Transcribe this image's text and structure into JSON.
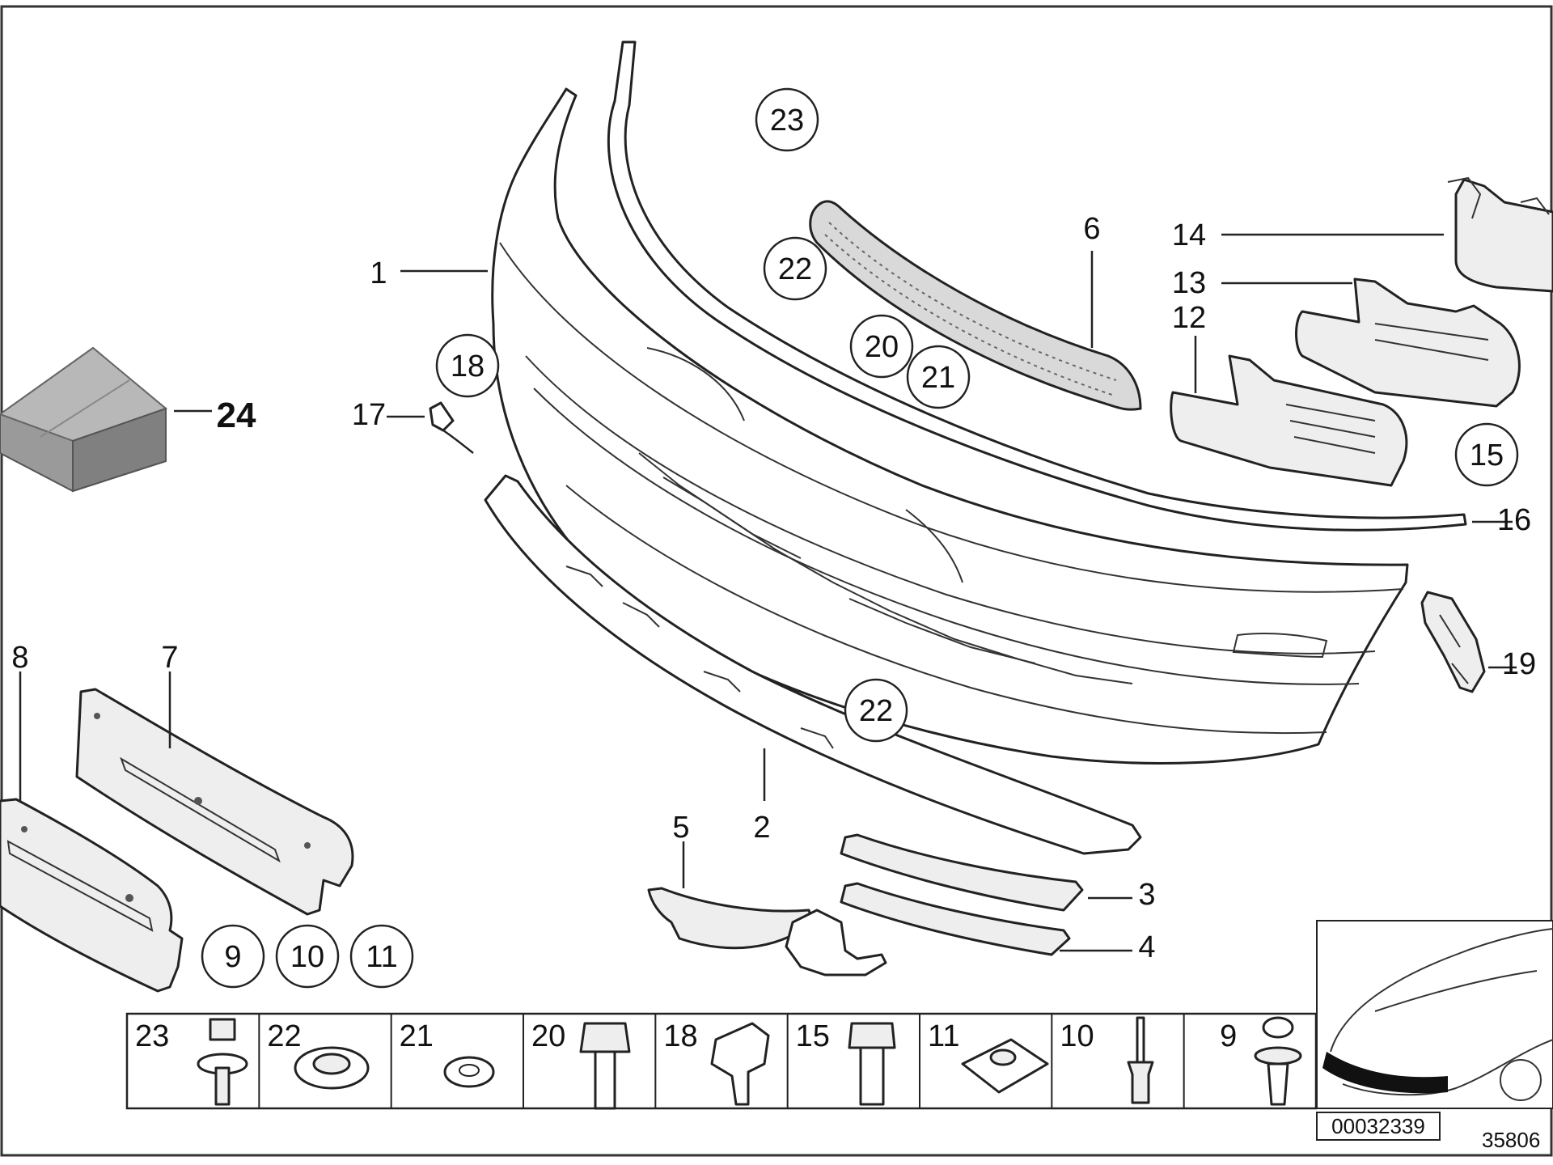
{
  "diagram": {
    "callouts": [
      {
        "id": "c1",
        "text": "1"
      },
      {
        "id": "c2",
        "text": "2"
      },
      {
        "id": "c3",
        "text": "3"
      },
      {
        "id": "c4",
        "text": "4"
      },
      {
        "id": "c5",
        "text": "5"
      },
      {
        "id": "c6",
        "text": "6"
      },
      {
        "id": "c7",
        "text": "7"
      },
      {
        "id": "c8",
        "text": "8"
      },
      {
        "id": "c12",
        "text": "12"
      },
      {
        "id": "c13",
        "text": "13"
      },
      {
        "id": "c14",
        "text": "14"
      },
      {
        "id": "c16",
        "text": "16"
      },
      {
        "id": "c17",
        "text": "17"
      },
      {
        "id": "c19",
        "text": "19"
      },
      {
        "id": "c24",
        "text": "24"
      }
    ],
    "circled": [
      {
        "id": "r23",
        "text": "23"
      },
      {
        "id": "r22a",
        "text": "22"
      },
      {
        "id": "r20",
        "text": "20"
      },
      {
        "id": "r21",
        "text": "21"
      },
      {
        "id": "r18",
        "text": "18"
      },
      {
        "id": "r15",
        "text": "15"
      },
      {
        "id": "r22b",
        "text": "22"
      },
      {
        "id": "r9",
        "text": "9"
      },
      {
        "id": "r10",
        "text": "10"
      },
      {
        "id": "r11",
        "text": "11"
      }
    ],
    "hardware_row": [
      "23",
      "22",
      "21",
      "20",
      "18",
      "15",
      "11",
      "10",
      "9"
    ],
    "diagram_code": "00032339",
    "image_number": "35806"
  }
}
